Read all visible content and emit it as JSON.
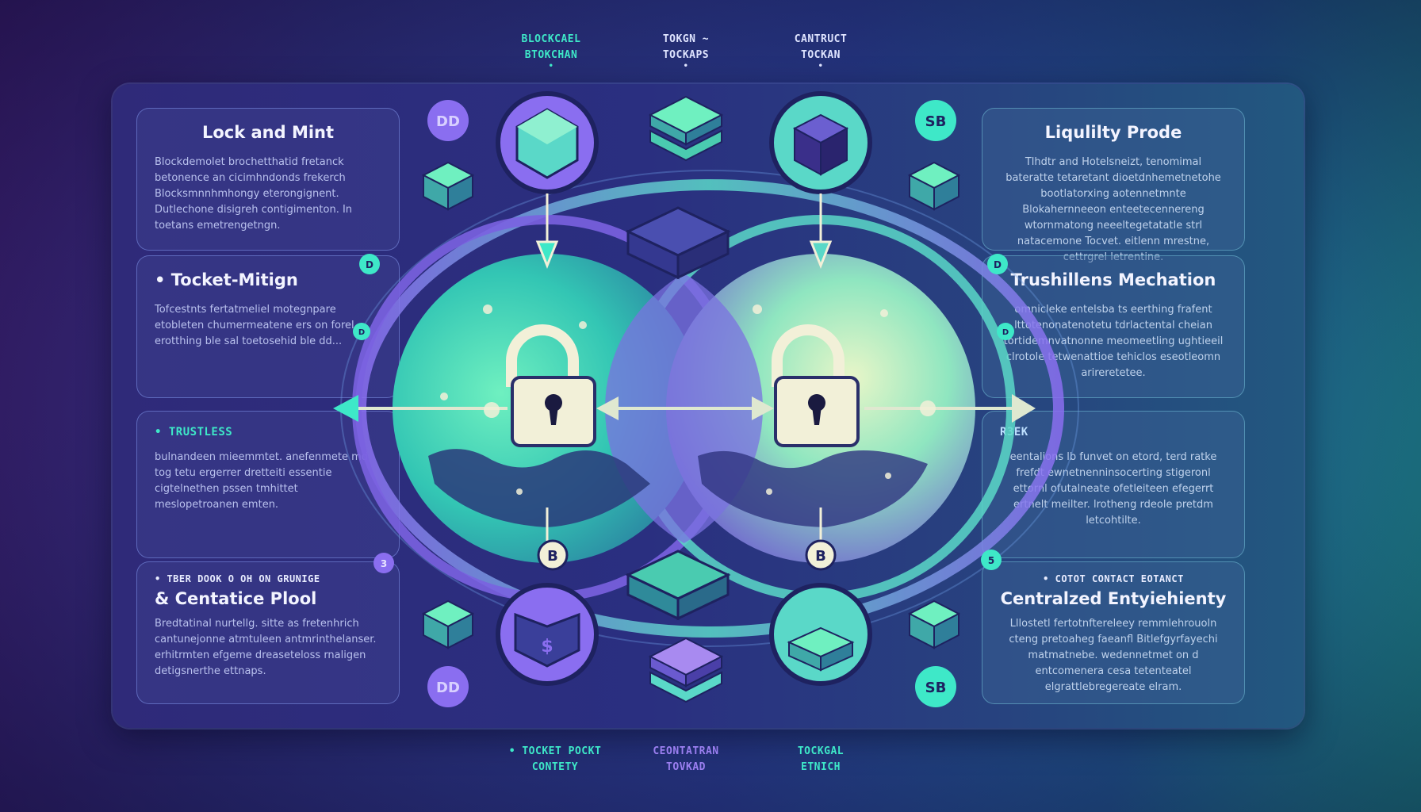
{
  "top_labels": [
    {
      "line1": "BLOCKCAEL",
      "line2": "BTOKCHAN",
      "color": "#3ee8c8"
    },
    {
      "line1": "TOKGN ~",
      "line2": "TOCKAPS",
      "color": "#dfe4ff"
    },
    {
      "line1": "CANTRUCT",
      "line2": "TOCKAN",
      "color": "#dfe4ff"
    }
  ],
  "bottom_labels": [
    {
      "line1": "• TOCKET POCKT",
      "line2": "CONTETY",
      "color": "#3ee8c8"
    },
    {
      "line1": "CEONTATRAN",
      "line2": "TOVKAD",
      "color": "#9b7ff0"
    },
    {
      "line1": "TOCKGAL",
      "line2": "ETNICH",
      "color": "#3ee8c8"
    }
  ],
  "left_panels": [
    {
      "subtitle": "",
      "title": "Lock and Mint",
      "body": "Blockdemolet brochetthatid fretanck betonence an cicimhndonds frekerch Blocksmnnhmhongy eterongignent. Dutlechone disigreh contigimenton. In toetans emetrengetngn."
    },
    {
      "subtitle": "",
      "title": "• Tocket-Mitign",
      "body": "Tofcestnts fertatmeliel motegnpare etobleten chumermeatene ers on forel erotthing ble sal toetosehid ble dd..."
    },
    {
      "subtitle": "• TRUSTLESS",
      "title": "",
      "body": "bulnandeen mieemmtet. anefenmete md tog tetu ergerrer dretteiti essentie cigtelnethen pssen tmhittet meslopetroanen emten."
    },
    {
      "subtitle": "• TBER DOOK O OH ON GRUNIGE",
      "title": "& Centatice Plool",
      "body": "Bredtatinal nurtellg. sitte as fretenhrich cantunejonne atmtuleen antmrinthelanser. erhitrmten efgeme dreaseteloss rnaligen detigsnerthe ettnaps."
    }
  ],
  "right_panels": [
    {
      "subtitle": "",
      "title": "Liqulilty Prode",
      "body": "Tlhdtr and Hotelsneizt, tenomimal bateratte tetaretant dioetdnhemetnetohe bootlatorxing aotennetmnte Blokahernneeon enteetecennereng wtornmatong neeeltegetatatle strl natacemone Tocvet. eitlenn mrestne, cettrgrel letrentine."
    },
    {
      "subtitle": "",
      "title": "Trushillens Mechation",
      "body": "omnicleke entelsba ts eerthing frafent lttotenonatenotetu tdrlactental cheian tortidemnvatnonne meomeetling ughtieeil clrotole tetwenattioe tehiclos eseotleomn arireretetee."
    },
    {
      "subtitle": "R3EK",
      "title": "",
      "body": "eentalions lb funvet on etord, terd ratke frefdt ewnetnenninsocerting stigeronl ettornl ofutalneate ofetleiteen efegerrt ertnelt meilter. lrotheng rdeole pretdm letcohtilte."
    },
    {
      "subtitle": "• COTOT CONTACT EOTANCT",
      "title": "Centralzed Entyiehienty",
      "body": "Lllostetl fertotnftereleey remmlehrouoln cteng pretoaheg faeanfl Bitlefgyrfayechi matmatnebe. wedennetmet on d entcomenera cesa tetenteatel elgrattlebregereate elram."
    }
  ],
  "badges": {
    "top_left": "DD",
    "top_right": "SB",
    "bottom_left": "DD",
    "bottom_right": "SB",
    "bitcoin": "B",
    "dollar": "$"
  },
  "chips": {
    "left_top": "D",
    "left_mid": "D",
    "left_bottom": "3",
    "right_top": "D",
    "right_mid": "D",
    "right_bottom": "5"
  },
  "colors": {
    "teal": "#3ee8c8",
    "mint": "#6ff0c0",
    "purple": "#8a6ef0",
    "navy": "#2a2f7a",
    "cream": "#f2f0d8"
  }
}
